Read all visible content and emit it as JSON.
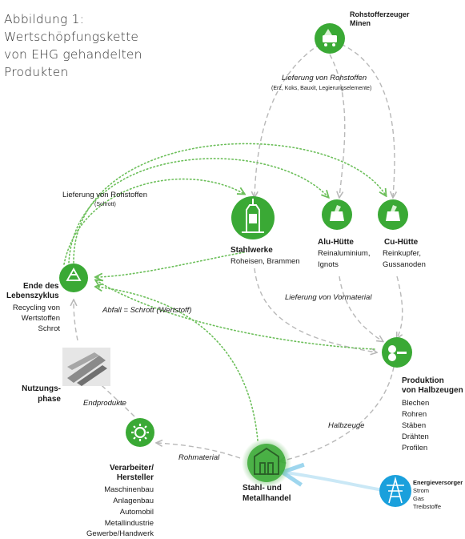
{
  "figure": {
    "title_lines": [
      "Abbildung 1:",
      "Wertschöpfungskette",
      "von EHG gehandelten",
      "Produkten"
    ]
  },
  "nodes": {
    "mines": {
      "title_lines": [
        "Rohstofferzeuger",
        "Minen"
      ],
      "icon": "mine-cart-icon"
    },
    "steel": {
      "title": "Stahlwerke",
      "sub": "Roheisen, Brammen",
      "icon": "blast-furnace-icon"
    },
    "alu": {
      "title": "Alu-Hütte",
      "sub_lines": [
        "Reinaluminium,",
        "Ignots"
      ],
      "icon": "smelter-icon"
    },
    "cu": {
      "title": "Cu-Hütte",
      "sub_lines": [
        "Reinkupfer,",
        "Gussanoden"
      ],
      "icon": "smelter-icon"
    },
    "end_of_life": {
      "title_lines": [
        "Ende des",
        "Lebenszyklus"
      ],
      "sub_lines": [
        "Recycling von",
        "Wertstoffen",
        "Schrot"
      ],
      "icon": "recycling-icon"
    },
    "use_phase": {
      "title_lines": [
        "Nutzungs-",
        "phase"
      ],
      "icon": "steel-beams-icon"
    },
    "semi": {
      "title_lines": [
        "Produktion",
        "von Halbzeugen"
      ],
      "sub_lines": [
        "Blechen",
        "Rohren",
        "Stäben",
        "Drähten",
        "Profilen"
      ],
      "icon": "rolling-mill-icon"
    },
    "processor": {
      "title_lines": [
        "Verarbeiter/",
        "Hersteller"
      ],
      "sub_lines": [
        "Maschinenbau",
        "Anlagenbau",
        "Automobil",
        "Metallindustrie",
        "Gewerbe/Handwerk"
      ],
      "icon": "gear-icon"
    },
    "trade": {
      "title_lines": [
        "Stahl- und",
        "Metallhandel"
      ],
      "icon": "warehouse-icon"
    },
    "energy": {
      "title": "Energieversorger",
      "sub_lines": [
        "Strom",
        "Gas",
        "Treibstoffe"
      ],
      "icon": "power-pylon-icon"
    }
  },
  "flows": {
    "raw_supply": "Lieferung von Rohstoffen",
    "raw_supply_detail": "(Erz, Koks, Bauxit, Legierungselemente)",
    "scrap_supply": "Lieferung von Rohstoffen",
    "scrap_supply_detail": "(Schrott)",
    "pre_material": "Lieferung von Vormaterial",
    "waste": "Abfall = Schrott (Wertstoff)",
    "end_products": "Endprodukte",
    "semi_finished": "Halbzeuge",
    "raw_material": "Rohmaterial"
  },
  "colors": {
    "green": "#3aa935",
    "green_dark": "#2f8f2b",
    "dotted_green": "#6cbf5a",
    "dashed_gray": "#b8b8b8",
    "energy_blue": "#1aa0dc"
  }
}
